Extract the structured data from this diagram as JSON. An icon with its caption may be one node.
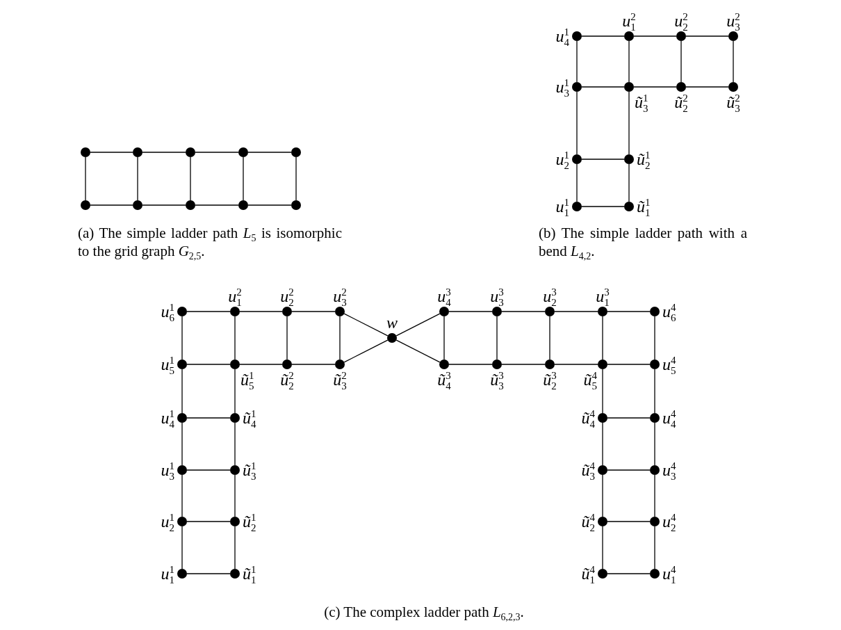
{
  "diagram": {
    "nodes": [
      {
        "text": [],
        "shape": "circle"
      },
      {
        "text": [],
        "shape": "circle"
      },
      {
        "text": [],
        "shape": "circle"
      },
      {
        "text": [],
        "shape": "circle"
      },
      {
        "text": [],
        "shape": "circle"
      },
      {
        "text": [],
        "shape": "circle"
      },
      {
        "text": [],
        "shape": "circle"
      },
      {
        "text": [],
        "shape": "circle"
      },
      {
        "text": [],
        "shape": "circle"
      },
      {
        "text": [],
        "shape": "circle"
      },
      {
        "text": [],
        "shape": "circle",
        "beside": [
          "*u*$_{4}$$^{1}$"
        ]
      },
      {
        "text": [],
        "shape": "circle",
        "beside": [
          "*u*$_{1}$$^{2}$"
        ]
      },
      {
        "text": [],
        "shape": "circle",
        "beside": [
          "*u*$_{2}$$^{2}$"
        ]
      },
      {
        "text": [],
        "shape": "circle",
        "beside": [
          "*u*$_{3}$$^{2}$"
        ]
      },
      {
        "text": [],
        "shape": "circle",
        "beside": [
          "*u*$_{3}$$^{1}$"
        ]
      },
      {
        "text": [],
        "shape": "circle",
        "beside": [
          "*ũ*$_{3}$$^{1}$"
        ]
      },
      {
        "text": [],
        "shape": "circle",
        "beside": [
          "*ũ*$_{2}$$^{2}$"
        ]
      },
      {
        "text": [],
        "shape": "circle",
        "beside": [
          "*ũ*$_{3}$$^{2}$"
        ]
      },
      {
        "text": [],
        "shape": "circle",
        "beside": [
          "*u*$_{2}$$^{1}$"
        ]
      },
      {
        "text": [],
        "shape": "circle",
        "beside": [
          "*ũ*$_{2}$$^{1}$"
        ]
      },
      {
        "text": [],
        "shape": "circle",
        "beside": [
          "*u*$_{1}$$^{1}$"
        ]
      },
      {
        "text": [],
        "shape": "circle",
        "beside": [
          "*ũ*$_{1}$$^{1}$"
        ]
      },
      {
        "text": [],
        "shape": "circle",
        "beside": [
          "*u*$_{6}$$^{1}$"
        ]
      },
      {
        "text": [],
        "shape": "circle",
        "beside": [
          "*u*$_{1}$$^{2}$"
        ]
      },
      {
        "text": [],
        "shape": "circle",
        "beside": [
          "*u*$_{2}$$^{2}$"
        ]
      },
      {
        "text": [],
        "shape": "circle",
        "beside": [
          "*u*$_{3}$$^{2}$"
        ]
      },
      {
        "text": [],
        "shape": "circle",
        "beside": [
          "*w*"
        ]
      },
      {
        "text": [],
        "shape": "circle",
        "beside": [
          "*u*$_{4}$$^{3}$"
        ]
      },
      {
        "text": [],
        "shape": "circle",
        "beside": [
          "*u*$_{3}$$^{3}$"
        ]
      },
      {
        "text": [],
        "shape": "circle",
        "beside": [
          "*u*$_{2}$$^{3}$"
        ]
      },
      {
        "text": [],
        "shape": "circle",
        "beside": [
          "*u*$_{1}$$^{3}$"
        ]
      },
      {
        "text": [],
        "shape": "circle",
        "beside": [
          "*u*$_{6}$$^{4}$"
        ]
      },
      {
        "text": [],
        "shape": "circle",
        "beside": [
          "*u*$_{5}$$^{1}$"
        ]
      },
      {
        "text": [],
        "shape": "circle",
        "beside": [
          "*ũ*$_{5}$$^{1}$"
        ]
      },
      {
        "text": [],
        "shape": "circle",
        "beside": [
          "*ũ*$_{2}$$^{2}$"
        ]
      },
      {
        "text": [],
        "shape": "circle",
        "beside": [
          "*ũ*$_{3}$$^{2}$"
        ]
      },
      {
        "text": [],
        "shape": "circle",
        "beside": [
          "*ũ*$_{4}$$^{3}$"
        ]
      },
      {
        "text": [],
        "shape": "circle",
        "beside": [
          "*ũ*$_{3}$$^{3}$"
        ]
      },
      {
        "text": [],
        "shape": "circle",
        "beside": [
          "*ũ*$_{2}$$^{3}$"
        ]
      },
      {
        "text": [],
        "shape": "circle",
        "beside": [
          "*ũ*$_{5}$$^{4}$"
        ]
      },
      {
        "text": [],
        "shape": "circle",
        "beside": [
          "*u*$_{5}$$^{4}$"
        ]
      },
      {
        "text": [],
        "shape": "circle",
        "beside": [
          "*u*$_{4}$$^{1}$"
        ]
      },
      {
        "text": [],
        "shape": "circle",
        "beside": [
          "*ũ*$_{4}$$^{1}$"
        ]
      },
      {
        "text": [],
        "shape": "circle",
        "beside": [
          "*ũ*$_{4}$$^{4}$"
        ]
      },
      {
        "text": [],
        "shape": "circle",
        "beside": [
          "*u*$_{4}$$^{4}$"
        ]
      },
      {
        "text": [],
        "shape": "circle",
        "beside": [
          "*u*$_{3}$$^{1}$"
        ]
      },
      {
        "text": [],
        "shape": "circle",
        "beside": [
          "*ũ*$_{3}$$^{1}$"
        ]
      },
      {
        "text": [],
        "shape": "circle",
        "beside": [
          "*ũ*$_{3}$$^{4}$"
        ]
      },
      {
        "text": [],
        "shape": "circle",
        "beside": [
          "*u*$_{3}$$^{4}$"
        ]
      },
      {
        "text": [],
        "shape": "circle",
        "beside": [
          "*u*$_{2}$$^{1}$"
        ]
      },
      {
        "text": [],
        "shape": "circle",
        "beside": [
          "*ũ*$_{2}$$^{1}$"
        ]
      },
      {
        "text": [],
        "shape": "circle",
        "beside": [
          "*ũ*$_{2}$$^{4}$"
        ]
      },
      {
        "text": [],
        "shape": "circle",
        "beside": [
          "*u*$_{2}$$^{4}$"
        ]
      },
      {
        "text": [],
        "shape": "circle",
        "beside": [
          "*u*$_{1}$$^{1}$"
        ]
      },
      {
        "text": [],
        "shape": "circle",
        "beside": [
          "*ũ*$_{1}$$^{1}$"
        ]
      },
      {
        "text": [],
        "shape": "circle",
        "beside": [
          "*ũ*$_{1}$$^{4}$"
        ]
      },
      {
        "text": [],
        "shape": "circle",
        "beside": [
          "*u*$_{1}$$^{4}$"
        ]
      }
    ],
    "edges": [
      {
        "from": 0,
        "to": 1,
        "arrow": "none"
      },
      {
        "from": 1,
        "to": 2,
        "arrow": "none"
      },
      {
        "from": 2,
        "to": 3,
        "arrow": "none"
      },
      {
        "from": 3,
        "to": 4,
        "arrow": "none"
      },
      {
        "from": 5,
        "to": 6,
        "arrow": "none"
      },
      {
        "from": 6,
        "to": 7,
        "arrow": "none"
      },
      {
        "from": 7,
        "to": 8,
        "arrow": "none"
      },
      {
        "from": 8,
        "to": 9,
        "arrow": "none"
      },
      {
        "from": 0,
        "to": 5,
        "arrow": "none"
      },
      {
        "from": 1,
        "to": 6,
        "arrow": "none"
      },
      {
        "from": 2,
        "to": 7,
        "arrow": "none"
      },
      {
        "from": 3,
        "to": 8,
        "arrow": "none"
      },
      {
        "from": 4,
        "to": 9,
        "arrow": "none"
      },
      {
        "from": 10,
        "to": 11,
        "arrow": "none"
      },
      {
        "from": 11,
        "to": 12,
        "arrow": "none"
      },
      {
        "from": 12,
        "to": 13,
        "arrow": "none"
      },
      {
        "from": 14,
        "to": 15,
        "arrow": "none"
      },
      {
        "from": 15,
        "to": 16,
        "arrow": "none"
      },
      {
        "from": 16,
        "to": 17,
        "arrow": "none"
      },
      {
        "from": 10,
        "to": 14,
        "arrow": "none"
      },
      {
        "from": 11,
        "to": 15,
        "arrow": "none"
      },
      {
        "from": 12,
        "to": 16,
        "arrow": "none"
      },
      {
        "from": 13,
        "to": 17,
        "arrow": "none"
      },
      {
        "from": 14,
        "to": 18,
        "arrow": "none"
      },
      {
        "from": 15,
        "to": 19,
        "arrow": "none"
      },
      {
        "from": 18,
        "to": 19,
        "arrow": "none"
      },
      {
        "from": 18,
        "to": 20,
        "arrow": "none"
      },
      {
        "from": 19,
        "to": 21,
        "arrow": "none"
      },
      {
        "from": 20,
        "to": 21,
        "arrow": "none"
      },
      {
        "from": 22,
        "to": 23,
        "arrow": "none"
      },
      {
        "from": 23,
        "to": 24,
        "arrow": "none"
      },
      {
        "from": 24,
        "to": 25,
        "arrow": "none"
      },
      {
        "from": 25,
        "to": 26,
        "arrow": "none"
      },
      {
        "from": 26,
        "to": 27,
        "arrow": "none"
      },
      {
        "from": 27,
        "to": 28,
        "arrow": "none"
      },
      {
        "from": 28,
        "to": 29,
        "arrow": "none"
      },
      {
        "from": 29,
        "to": 30,
        "arrow": "none"
      },
      {
        "from": 30,
        "to": 31,
        "arrow": "none"
      },
      {
        "from": 32,
        "to": 33,
        "arrow": "none"
      },
      {
        "from": 33,
        "to": 34,
        "arrow": "none"
      },
      {
        "from": 34,
        "to": 35,
        "arrow": "none"
      },
      {
        "from": 35,
        "to": 26,
        "arrow": "none"
      },
      {
        "from": 26,
        "to": 36,
        "arrow": "none"
      },
      {
        "from": 36,
        "to": 37,
        "arrow": "none"
      },
      {
        "from": 37,
        "to": 38,
        "arrow": "none"
      },
      {
        "from": 38,
        "to": 39,
        "arrow": "none"
      },
      {
        "from": 39,
        "to": 40,
        "arrow": "none"
      },
      {
        "from": 23,
        "to": 33,
        "arrow": "none"
      },
      {
        "from": 24,
        "to": 34,
        "arrow": "none"
      },
      {
        "from": 25,
        "to": 35,
        "arrow": "none"
      },
      {
        "from": 27,
        "to": 36,
        "arrow": "none"
      },
      {
        "from": 28,
        "to": 37,
        "arrow": "none"
      },
      {
        "from": 29,
        "to": 38,
        "arrow": "none"
      },
      {
        "from": 22,
        "to": 32,
        "arrow": "none"
      },
      {
        "from": 32,
        "to": 41,
        "arrow": "none"
      },
      {
        "from": 41,
        "to": 45,
        "arrow": "none"
      },
      {
        "from": 45,
        "to": 49,
        "arrow": "none"
      },
      {
        "from": 49,
        "to": 53,
        "arrow": "none"
      },
      {
        "from": 33,
        "to": 42,
        "arrow": "none"
      },
      {
        "from": 42,
        "to": 46,
        "arrow": "none"
      },
      {
        "from": 46,
        "to": 50,
        "arrow": "none"
      },
      {
        "from": 50,
        "to": 54,
        "arrow": "none"
      },
      {
        "from": 30,
        "to": 39,
        "arrow": "none"
      },
      {
        "from": 39,
        "to": 43,
        "arrow": "none"
      },
      {
        "from": 43,
        "to": 47,
        "arrow": "none"
      },
      {
        "from": 47,
        "to": 51,
        "arrow": "none"
      },
      {
        "from": 51,
        "to": 55,
        "arrow": "none"
      },
      {
        "from": 31,
        "to": 40,
        "arrow": "none"
      },
      {
        "from": 40,
        "to": 44,
        "arrow": "none"
      },
      {
        "from": 44,
        "to": 48,
        "arrow": "none"
      },
      {
        "from": 48,
        "to": 52,
        "arrow": "none"
      },
      {
        "from": 52,
        "to": 56,
        "arrow": "none"
      },
      {
        "from": 41,
        "to": 42,
        "arrow": "none"
      },
      {
        "from": 45,
        "to": 46,
        "arrow": "none"
      },
      {
        "from": 49,
        "to": 50,
        "arrow": "none"
      },
      {
        "from": 53,
        "to": 54,
        "arrow": "none"
      },
      {
        "from": 43,
        "to": 44,
        "arrow": "none"
      },
      {
        "from": 47,
        "to": 48,
        "arrow": "none"
      },
      {
        "from": 51,
        "to": 52,
        "arrow": "none"
      },
      {
        "from": 55,
        "to": 56,
        "arrow": "none"
      }
    ],
    "labels": [
      "(a) The simple ladder path *L*$_{5}$ is isomorphic to the grid graph *G*$_{2,5}$.",
      "(b) The simple ladder path with a bend *L*$_{4,2}$.",
      "(c) The complex ladder path *L*$_{6,2,3}$."
    ]
  }
}
